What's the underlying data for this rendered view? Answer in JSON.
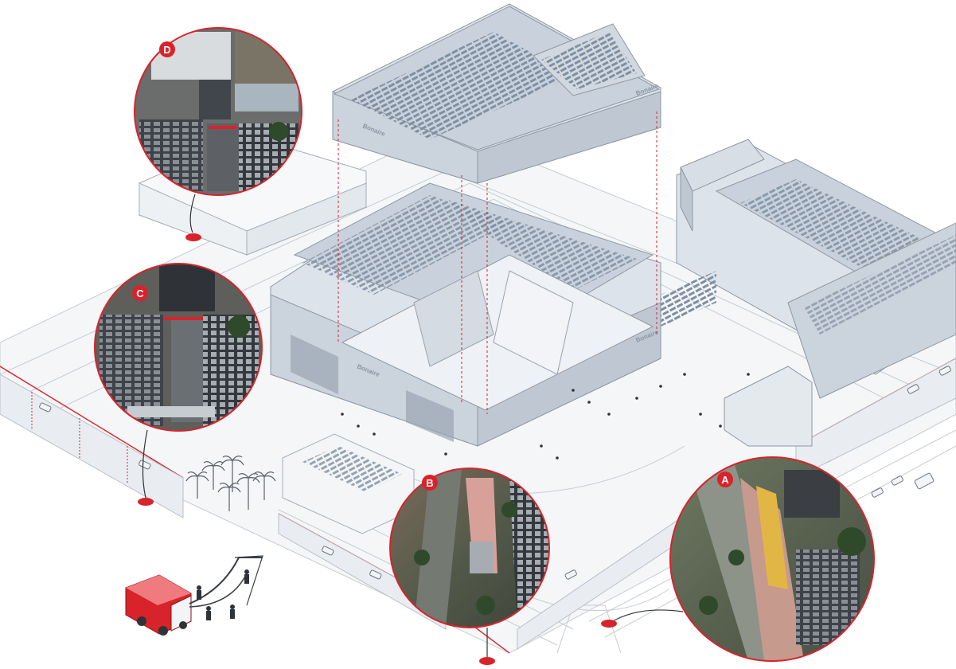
{
  "diagram": {
    "building_sign": "Bonaire",
    "colors": {
      "accent_red": "#d8232a",
      "roof": "#c9d2dc",
      "roof_dark": "#aeb9c6",
      "wall": "#dde3ea",
      "line": "#9aa3ad",
      "solar": "#7f8fa1"
    },
    "callouts": [
      {
        "label": "A"
      },
      {
        "label": "B"
      },
      {
        "label": "C"
      },
      {
        "label": "D"
      }
    ],
    "icons": [
      "fire-truck-icon",
      "firefighter-icon",
      "palm-tree-icon",
      "car-icon",
      "pedestrian-icon"
    ]
  }
}
